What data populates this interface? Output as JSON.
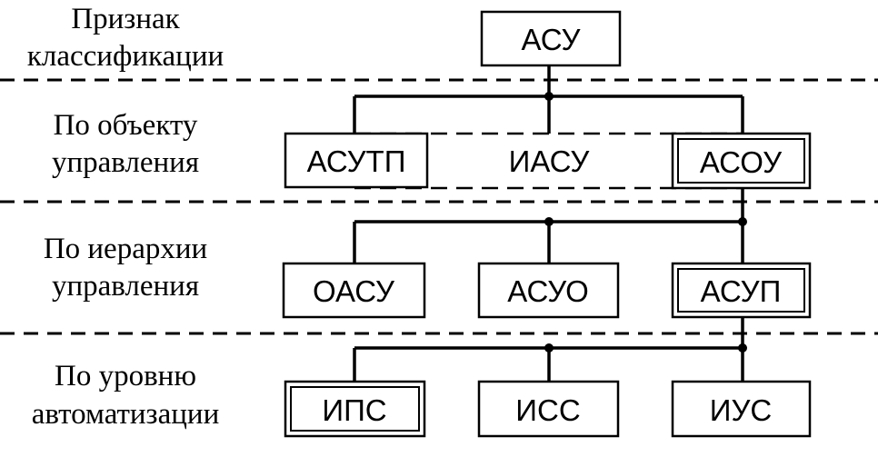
{
  "row_labels": {
    "header": [
      "Признак",
      "классификации"
    ],
    "object": [
      "По объекту",
      "управления"
    ],
    "hierarchy": [
      "По иерархии",
      "управления"
    ],
    "automation": [
      "По уровню",
      "автоматизации"
    ]
  },
  "nodes": {
    "root": "АСУ",
    "asutp": "АСУТП",
    "iasu": "ИАСУ",
    "asou": "АСОУ",
    "oasu": "ОАСУ",
    "asuo": "АСУО",
    "asup": "АСУП",
    "ips": "ИПС",
    "iss": "ИСС",
    "ius": "ИУС"
  }
}
